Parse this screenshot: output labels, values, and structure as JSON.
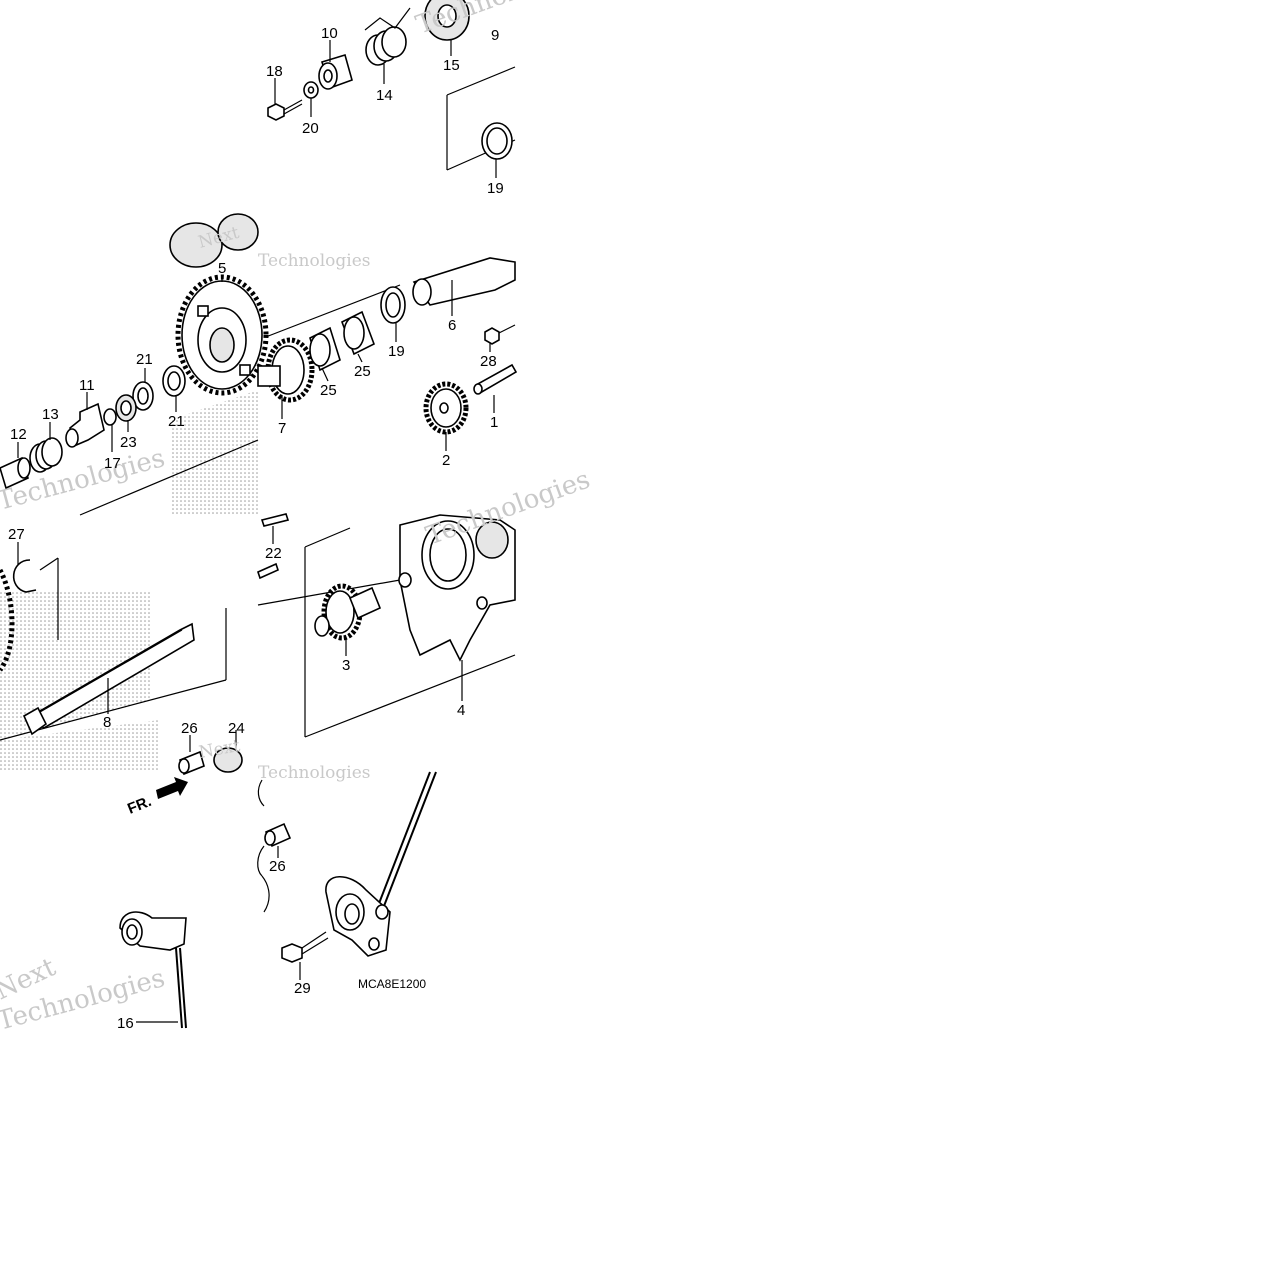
{
  "diagram_code": "MCA8E1200",
  "front_marker": "FR.",
  "watermark": {
    "word1": "Next",
    "word2": "Technologies"
  },
  "part_labels": [
    {
      "id": "p18",
      "text": "18"
    },
    {
      "id": "p10",
      "text": "10"
    },
    {
      "id": "p20",
      "text": "20"
    },
    {
      "id": "p14",
      "text": "14"
    },
    {
      "id": "p15",
      "text": "15"
    },
    {
      "id": "p9",
      "text": "9"
    },
    {
      "id": "p19a",
      "text": "19"
    },
    {
      "id": "p5",
      "text": "5"
    },
    {
      "id": "p6",
      "text": "6"
    },
    {
      "id": "p19b",
      "text": "19"
    },
    {
      "id": "p28",
      "text": "28"
    },
    {
      "id": "p21a",
      "text": "21"
    },
    {
      "id": "p11",
      "text": "11"
    },
    {
      "id": "p25a",
      "text": "25"
    },
    {
      "id": "p25b",
      "text": "25"
    },
    {
      "id": "p13",
      "text": "13"
    },
    {
      "id": "p23",
      "text": "23"
    },
    {
      "id": "p21b",
      "text": "21"
    },
    {
      "id": "p7",
      "text": "7"
    },
    {
      "id": "p1",
      "text": "1"
    },
    {
      "id": "p12",
      "text": "12"
    },
    {
      "id": "p17",
      "text": "17"
    },
    {
      "id": "p2",
      "text": "2"
    },
    {
      "id": "p27",
      "text": "27"
    },
    {
      "id": "p22",
      "text": "22"
    },
    {
      "id": "p3",
      "text": "3"
    },
    {
      "id": "p4",
      "text": "4"
    },
    {
      "id": "p8",
      "text": "8"
    },
    {
      "id": "p26a",
      "text": "26"
    },
    {
      "id": "p24",
      "text": "24"
    },
    {
      "id": "p26b",
      "text": "26"
    },
    {
      "id": "p29",
      "text": "29"
    },
    {
      "id": "p16",
      "text": "16"
    }
  ]
}
